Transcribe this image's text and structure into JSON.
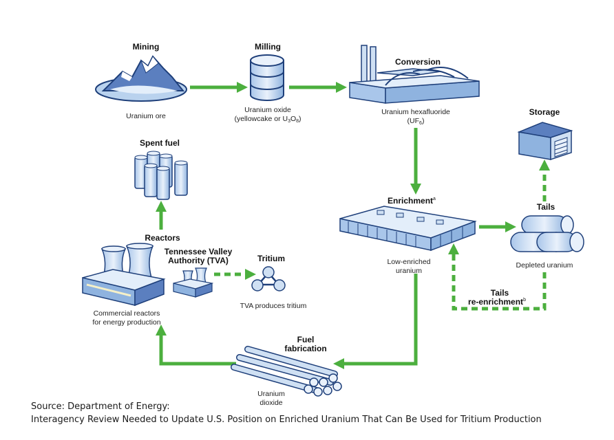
{
  "stages": {
    "mining": {
      "title": "Mining",
      "caption": "Uranium ore"
    },
    "milling": {
      "title": "Milling",
      "caption_line1": "Uranium oxide",
      "caption_line2_pre": "(yellowcake or U",
      "caption_line2_sub1": "3",
      "caption_line2_mid": "O",
      "caption_line2_sub2": "8",
      "caption_line2_post": ")"
    },
    "conversion": {
      "title": "Conversion",
      "caption_line1": "Uranium hexafluoride",
      "caption_line2_pre": "(UF",
      "caption_line2_sub": "6",
      "caption_line2_post": ")"
    },
    "storage": {
      "title": "Storage"
    },
    "enrichment": {
      "title": "Enrichment",
      "title_sup": "a",
      "caption_line1": "Low-enriched",
      "caption_line2": "uranium"
    },
    "tails": {
      "title": "Tails",
      "caption": "Depleted uranium"
    },
    "tails_reenrichment": {
      "line1": "Tails",
      "line2": "re-enrichment",
      "sup": "b"
    },
    "spent_fuel": {
      "title": "Spent fuel"
    },
    "reactors": {
      "title": "Reactors",
      "caption_line1": "Commercial reactors",
      "caption_line2": "for energy production"
    },
    "tva": {
      "line1": "Tennessee Valley",
      "line2": "Authority (TVA)"
    },
    "tritium": {
      "title": "Tritium",
      "caption": "TVA produces tritium"
    },
    "fuel_fabrication": {
      "line1": "Fuel",
      "line2": "fabrication",
      "caption_line1": "Uranium",
      "caption_line2": "dioxide"
    }
  },
  "source": {
    "line1": "Source: Department of Energy:",
    "line2": "Interagency Review Needed to Update U.S. Position on Enriched Uranium That Can Be Used for Tritium Production"
  },
  "colors": {
    "arrow": "#4caf3e",
    "outline": "#1e3f7a",
    "fill_light": "#cfe0f3",
    "fill_mid": "#8fb3df"
  }
}
